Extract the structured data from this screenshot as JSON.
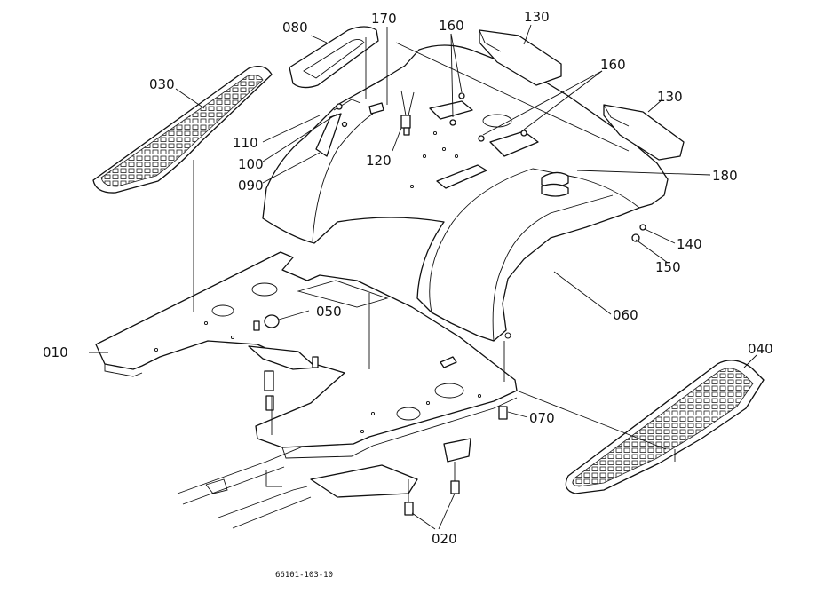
{
  "labels": {
    "p010": "010",
    "p020": "020",
    "p030": "030",
    "p040": "040",
    "p050": "050",
    "p060": "060",
    "p070": "070",
    "p080": "080",
    "p090": "090",
    "p100": "100",
    "p110": "110",
    "p120": "120",
    "p130a": "130",
    "p130b": "130",
    "p150": "150",
    "p140": "140",
    "p160a": "160",
    "p160b": "160",
    "p170": "170",
    "p180": "180"
  },
  "drawing_number": "66101-103-10"
}
